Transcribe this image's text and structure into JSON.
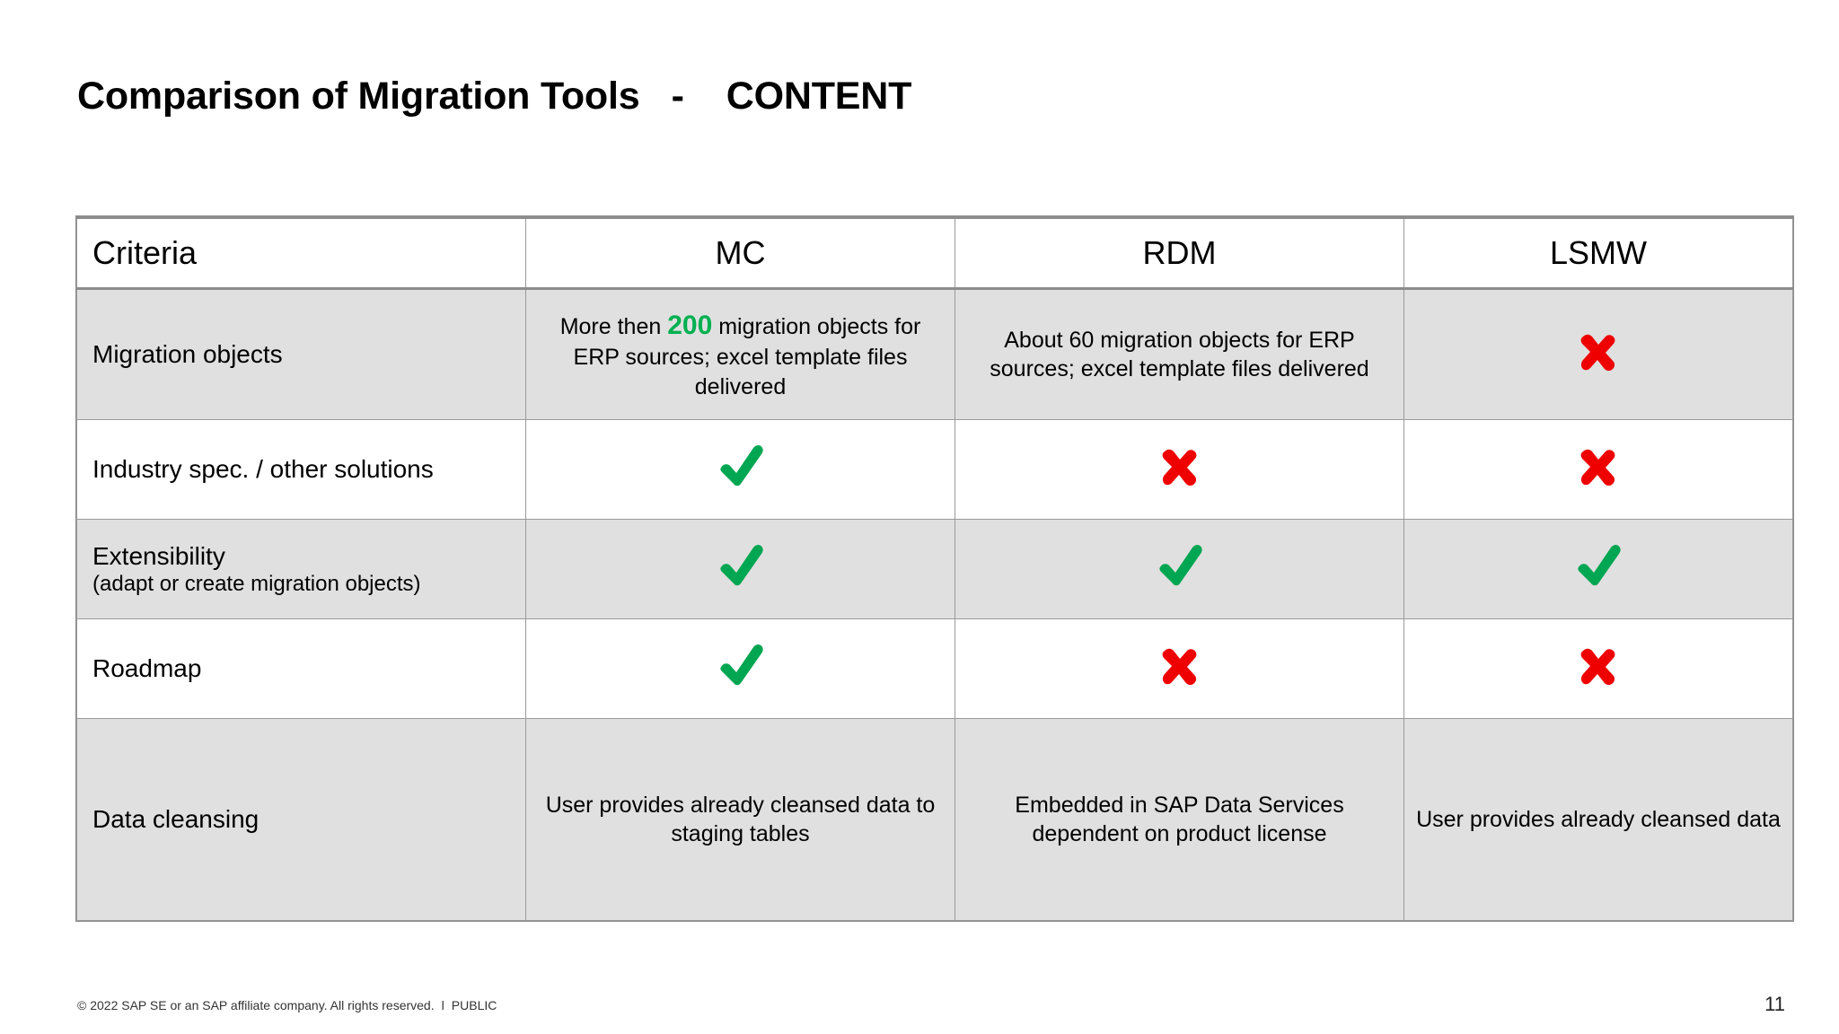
{
  "slide": {
    "title": "Comparison of Migration Tools   -    CONTENT",
    "page_number": "11",
    "footer": "© 2022 SAP SE or an SAP affiliate company. All rights reserved.  ǀ  PUBLIC"
  },
  "colors": {
    "check_green": "#00a651",
    "cross_red": "#ef0000",
    "highlight_green": "#00b050",
    "row_shaded": "#e0e0e0",
    "row_plain": "#ffffff",
    "border": "#8c8c8c"
  },
  "table": {
    "headers": {
      "criteria": "Criteria",
      "mc": "MC",
      "rdm": "RDM",
      "lsmw": "LSMW"
    },
    "rows": [
      {
        "criteria": "Migration objects",
        "criteria_sub": "",
        "mc": {
          "type": "text",
          "pre": "More then ",
          "highlight": "200",
          "post": " migration objects for ERP sources; excel template files delivered"
        },
        "rdm": {
          "type": "text",
          "text": "About 60 migration objects for ERP sources; excel template files delivered"
        },
        "lsmw": {
          "type": "cross",
          "icon": "cross-icon"
        }
      },
      {
        "criteria": "Industry spec. / other solutions",
        "criteria_sub": "",
        "mc": {
          "type": "check",
          "icon": "check-icon"
        },
        "rdm": {
          "type": "cross",
          "icon": "cross-icon"
        },
        "lsmw": {
          "type": "cross",
          "icon": "cross-icon"
        }
      },
      {
        "criteria": "Extensibility",
        "criteria_sub": "(adapt or create migration objects)",
        "mc": {
          "type": "check",
          "icon": "check-icon"
        },
        "rdm": {
          "type": "check",
          "icon": "check-icon"
        },
        "lsmw": {
          "type": "check",
          "icon": "check-icon"
        }
      },
      {
        "criteria": "Roadmap",
        "criteria_sub": "",
        "mc": {
          "type": "check",
          "icon": "check-icon"
        },
        "rdm": {
          "type": "cross",
          "icon": "cross-icon"
        },
        "lsmw": {
          "type": "cross",
          "icon": "cross-icon"
        }
      },
      {
        "criteria": "Data cleansing",
        "criteria_sub": "",
        "mc": {
          "type": "text",
          "text": "User provides already cleansed data to staging tables"
        },
        "rdm": {
          "type": "text",
          "text": "Embedded in SAP Data Services dependent on product license"
        },
        "lsmw": {
          "type": "text",
          "text": "User provides already cleansed data"
        }
      }
    ]
  }
}
